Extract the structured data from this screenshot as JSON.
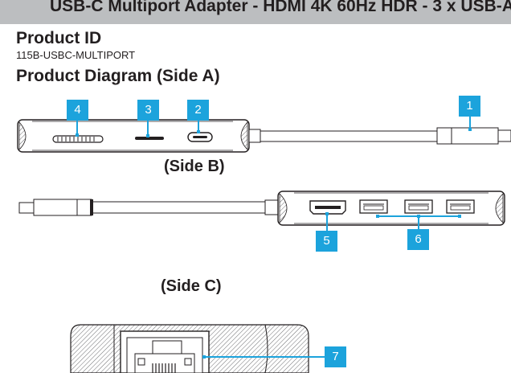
{
  "header": {
    "title": "USB-C Multiport Adapter - HDMI 4K 60Hz HDR - 3 x USB-A"
  },
  "product": {
    "id_label": "Product ID",
    "id_value": "115B-USBC-MULTIPORT"
  },
  "diagram": {
    "heading": "Product Diagram (Side A)",
    "side_b": "(Side B)",
    "side_c": "(Side C)",
    "callouts": [
      "1",
      "2",
      "3",
      "4",
      "5",
      "6",
      "7"
    ]
  },
  "colors": {
    "accent": "#1ca3dc",
    "header_bg": "#bcbec0",
    "line": "#231f20"
  }
}
